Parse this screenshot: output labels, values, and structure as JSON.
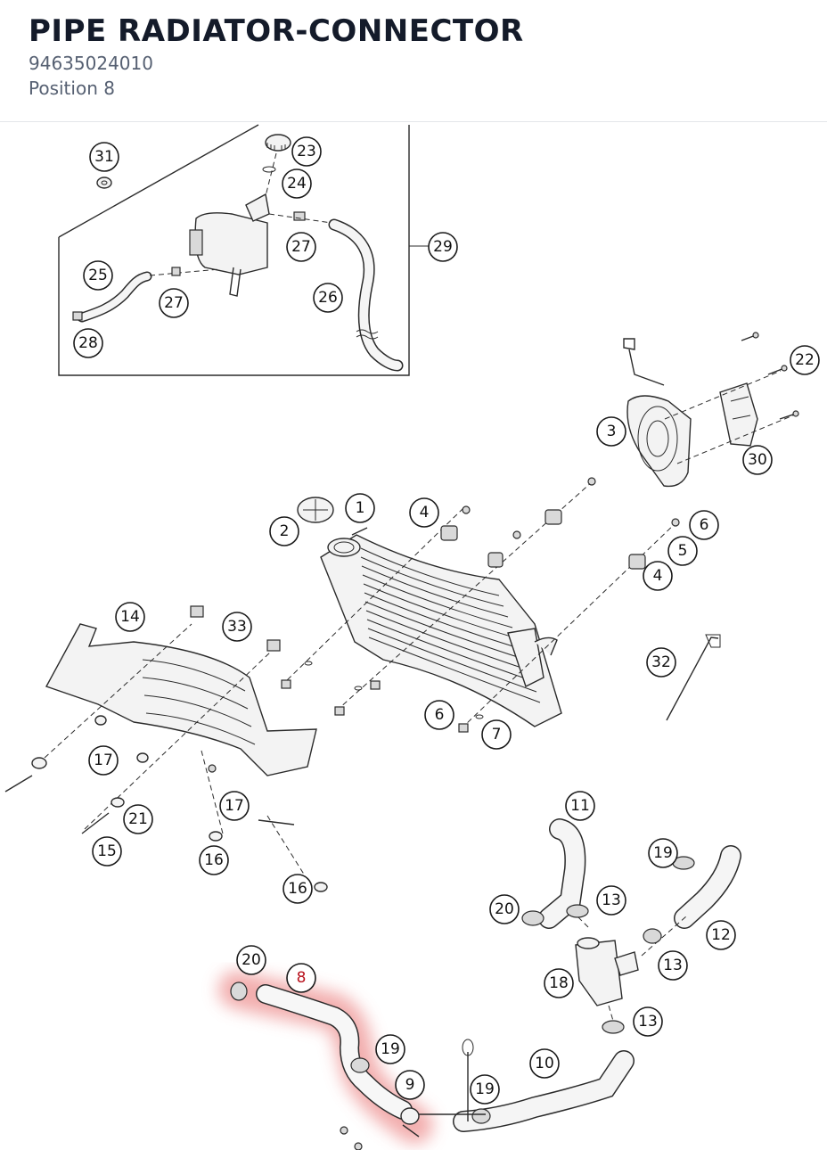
{
  "header": {
    "title": "PIPE RADIATOR-CONNECTOR",
    "part_number": "94635024010",
    "position": "Position 8"
  },
  "diagram": {
    "highlighted_part": "8",
    "highlight_color": "#f0a0a0",
    "callouts": [
      "31",
      "23",
      "24",
      "27",
      "29",
      "25",
      "27",
      "26",
      "28",
      "22",
      "3",
      "30",
      "1",
      "2",
      "4",
      "6",
      "5",
      "4",
      "14",
      "33",
      "32",
      "6",
      "7",
      "17",
      "21",
      "17",
      "15",
      "16",
      "16",
      "11",
      "19",
      "20",
      "13",
      "12",
      "13",
      "18",
      "13",
      "20",
      "8",
      "19",
      "9",
      "10",
      "19"
    ]
  }
}
